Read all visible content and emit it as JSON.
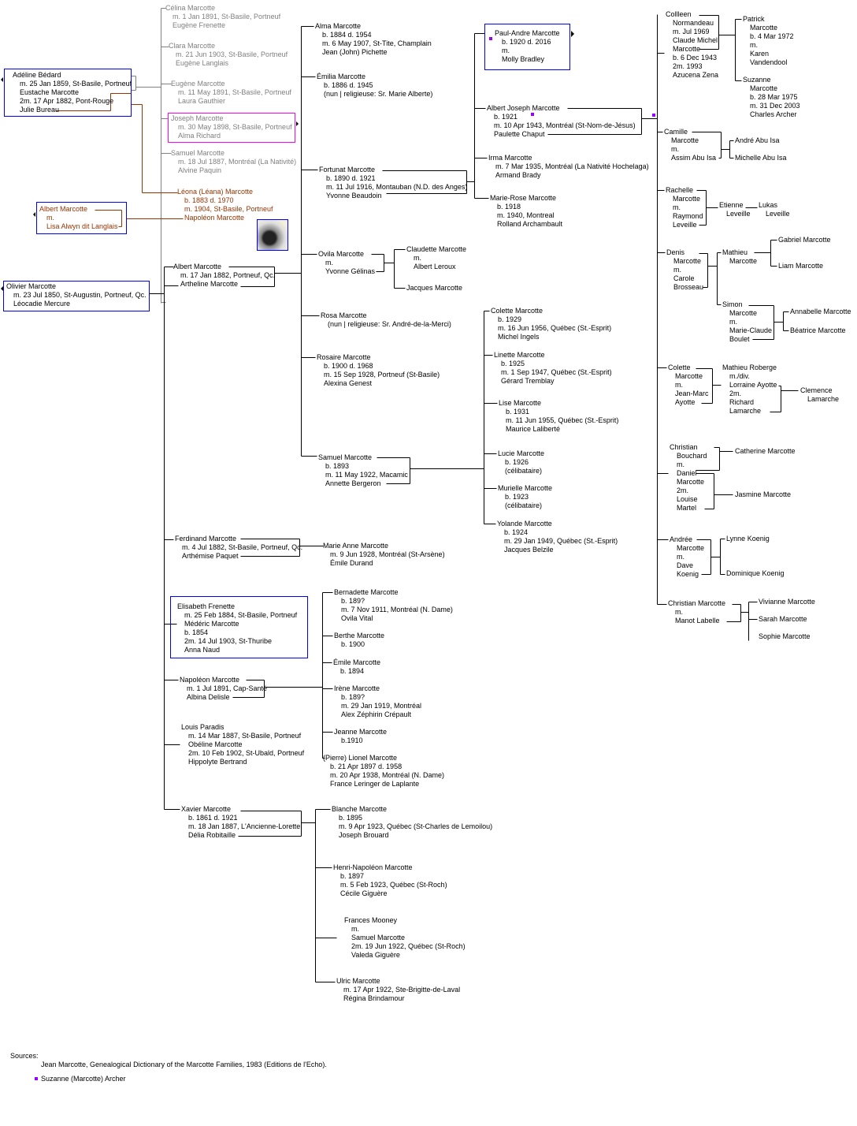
{
  "people": {
    "celina": [
      "Célina Marcotte",
      "m. 1 Jan 1891, St-Basile, Portneuf",
      "Eugène Frenette"
    ],
    "clara": [
      "Clara Marcotte",
      "m. 21 Jun 1903, St-Basile, Portneuf",
      "Eugène Langlais"
    ],
    "eugene": [
      "Eugène Marcotte",
      "m. 11 May 1891, St-Basile, Portneuf",
      "Laura Gauthier"
    ],
    "joseph": [
      "Joseph Marcotte",
      "m. 30 May 1898, St-Basile, Portneuf",
      "Alma Richard"
    ],
    "samuel1": [
      "Samuel Marcotte",
      "m. 18 Jul 1887, Montréal (La Nativité)",
      "Alvine Paquin"
    ],
    "leona": [
      "Léona (Léana) Marcotte",
      "b. 1883   d. 1970",
      "m. 1904, St-Basile, Portneuf",
      "Napoléon Marcotte"
    ],
    "adeline": [
      "Adéline Bédard",
      "m. 25 Jan 1859, St-Basile, Portneuf",
      "Eustache Marcotte",
      "2m. 17 Apr 1882, Pont-Rouge",
      "Julie Bureau"
    ],
    "albertL": [
      "Albert Marcotte",
      "m.",
      "Lisa Alwyn dit Langlais"
    ],
    "olivier": [
      "Olivier Marcotte",
      "m. 23 Jul 1850, St-Augustin, Portneuf, Qc.",
      "Léocadie Mercure"
    ],
    "albert": [
      "Albert Marcotte",
      "m. 17 Jan 1882, Portneuf, Qc.",
      "Artheline Marcotte"
    ],
    "ferdinand": [
      "Ferdinand Marcotte",
      "m. 4 Jul 1882, St-Basile, Portneuf, Qc.",
      "Arthémise Paquet"
    ],
    "mederic": [
      "Elisabeth Frenette",
      "m.  25 Feb 1884, St-Basile, Portneuf",
      "Médéric Marcotte",
      "b. 1854",
      "2m. 14 Jul 1903, St-Thuribe",
      "Anna Naud"
    ],
    "napoleon": [
      "Napoléon Marcotte",
      "m. 1 Jul 1891, Cap-Santé",
      "Albina Delisle"
    ],
    "obeline": [
      "Louis Paradis",
      "m. 14 Mar 1887, St-Basile, Portneuf",
      "Obéline Marcotte",
      "2m. 10 Feb 1902, St-Ubald, Portneuf",
      "Hippolyte Bertrand"
    ],
    "xavier": [
      "Xavier Marcotte",
      "b. 1861  d. 1921",
      "m. 18 Jan 1887, L'Ancienne-Lorette",
      "Délia Robitaille"
    ],
    "alma": [
      "Alma Marcotte",
      "b. 1884  d. 1954",
      "m. 6 May 1907, St-Tite, Champlain",
      "Jean (John) Pichette"
    ],
    "emilia": [
      "Émilia Marcotte",
      "b. 1886  d. 1945",
      "(nun | religieuse: Sr. Marie Alberte)"
    ],
    "fortunat": [
      "Fortunat Marcotte",
      "b. 1890   d. 1921",
      "m. 11 Jul 1916, Montauban  (N.D. des Anges)",
      "Yvonne Beaudoin"
    ],
    "ovila": [
      "Ovila Marcotte",
      "m.",
      "Yvonne Gélinas"
    ],
    "rosa": [
      "Rosa Marcotte",
      "(nun | religieuse: Sr. André-de-la-Merci)"
    ],
    "rosaire": [
      "Rosaire Marcotte",
      "b. 1900  d. 1968",
      "m. 15 Sep 1928, Portneuf (St-Basile)",
      "Alexina Genest"
    ],
    "samuel2": [
      "Samuel Marcotte",
      "b. 1893",
      "m. 11 May  1922, Macamic",
      "Annette Bergeron"
    ],
    "marieanne": [
      "Marie Anne Marcotte",
      "m. 9 Jun 1928, Montréal (St-Arsène)",
      "Émile Durand"
    ],
    "bernadette": [
      "Bernadette Marcotte",
      "b. 189?",
      "m. 7 Nov 1911, Montréal (N. Dame)",
      "Ovila  Vital"
    ],
    "berthe": [
      "Berthe Marcotte",
      "b. 1900"
    ],
    "emile": [
      "Émile Marcotte",
      "b. 1894"
    ],
    "irene": [
      "Irène Marcotte",
      "b. 189?",
      "m. 29 Jan 1919, Montréal",
      "Alex Zéphirin Crépault"
    ],
    "jeanne": [
      "Jeanne Marcotte",
      "b.1910"
    ],
    "lionel": [
      "(Pierre) Lionel Marcotte",
      "b. 21 Apr 1897    d. 1958",
      "m.  20 Apr 1938, Montréal (N. Dame)",
      "France Leringer de Laplante"
    ],
    "blanche": [
      "Blanche Marcotte",
      "b. 1895",
      "m. 9 Apr 1923, Québec (St-Charles de Lemoilou)",
      "Joseph Brouard"
    ],
    "henri": [
      "Henri-Napoléon Marcotte",
      "b. 1897",
      "m. 5 Feb 1923, Québec (St-Roch)",
      "Cécile Giguère"
    ],
    "samuel3": [
      "Frances Mooney",
      "m.",
      "Samuel Marcotte",
      "2m. 19 Jun 1922, Québec (St-Roch)",
      "Valeda Giguère"
    ],
    "ulric": [
      "Ulric Marcotte",
      "m. 17 Apr 1922, Ste-Brigitte-de-Laval",
      "Régina Brindamour"
    ],
    "paulandre": [
      "Paul-Andre Marcotte",
      "b. 1920   d. 2016",
      "m.",
      "Molly  Bradley"
    ],
    "albertjoseph": [
      "Albert Joseph Marcotte",
      "b. 1921",
      "m. 10 Apr 1943, Montréal  (St-Nom-de-Jésus)",
      "Paulette Chaput"
    ],
    "irma": [
      "Irma Marcotte",
      "m. 7 Mar 1935, Montréal  (La Nativité Hochelaga)",
      "Armand Brady"
    ],
    "marierose": [
      "Marie-Rose Marcotte",
      "b. 1918",
      "m. 1940, Montreal",
      "Rolland Archambault"
    ],
    "claudette": [
      "Claudette Marcotte",
      "m.",
      "Albert Leroux"
    ],
    "jacques": [
      "Jacques Marcotte"
    ],
    "colette": [
      "Colette Marcotte",
      "b. 1929",
      "m. 16 Jun 1956, Québec (St.-Esprit)",
      "Michel Ingels"
    ],
    "linette": [
      "Linette Marcotte",
      "b. 1925",
      "m. 1 Sep 1947,  Québec (St.-Esprit)",
      "Gérard Tremblay"
    ],
    "lise": [
      "Lise Marcotte",
      "b. 1931",
      "m. 11 Jun 1955, Québec (St.-Esprit)",
      "Maurice Laliberté"
    ],
    "lucie": [
      "Lucie Marcotte",
      "b. 1926",
      "(célibataire)"
    ],
    "murielle": [
      "Murielle Marcotte",
      "b. 1923",
      "(célibataire)"
    ],
    "yolande": [
      "Yolande Marcotte",
      "b. 1924",
      "m. 29 Jan 1949, Québec (St.-Esprit)",
      "Jacques Belzile"
    ],
    "claude": [
      "Collleen",
      "Normandeau",
      "m. Jul 1969",
      "Claude Michel",
      "Marcotte",
      "b. 6 Dec 1943",
      "2m. 1993",
      "Azucena Zena"
    ],
    "patrick": [
      "Patrick",
      "Marcotte",
      "b. 4 Mar 1972",
      "m.",
      "Karen",
      "Vandendool"
    ],
    "suzanne": [
      "Suzanne",
      "Marcotte",
      "b. 28 Mar 1975",
      "m.  31 Dec 2003",
      "Charles Archer"
    ],
    "camille": [
      "Camille",
      "Marcotte",
      "m.",
      "Assim Abu Isa"
    ],
    "andre": [
      "André Abu Isa"
    ],
    "michelle": [
      "Michelle  Abu Isa"
    ],
    "rachelle": [
      "Rachelle",
      "Marcotte",
      "m.",
      "Raymond",
      "Leveille"
    ],
    "etienne": [
      "Etienne",
      "Leveille"
    ],
    "lukas": [
      "Lukas",
      "Leveille"
    ],
    "denis": [
      "Denis",
      "Marcotte",
      "m.",
      "Carole",
      "Brosseau"
    ],
    "mathieu": [
      "Mathieu",
      "Marcotte"
    ],
    "gabriel": [
      "Gabriel Marcotte"
    ],
    "liam": [
      "Liam Marcotte"
    ],
    "simon": [
      "Simon",
      "Marcotte",
      "m.",
      "Marie-Claude",
      "Boulet"
    ],
    "annabelle": [
      "Annabelle Marcotte"
    ],
    "beatrice": [
      "Béatrice Marcotte"
    ],
    "colette2": [
      "Colette",
      "Marcotte",
      "m.",
      "Jean-Marc",
      "Ayotte"
    ],
    "lorraine": [
      "Mathieu Roberge",
      "m./div.",
      "Lorraine Ayotte",
      "2m.",
      "Richard",
      "Lamarche"
    ],
    "clemence": [
      "Clemence",
      "Lamarche"
    ],
    "daniel": [
      "Christian",
      "Bouchard",
      "m.",
      "Daniel",
      "Marcotte",
      "2m.",
      "Louise",
      "Martel"
    ],
    "catherine": [
      "Catherine Marcotte"
    ],
    "jasmine": [
      "Jasmine Marcotte"
    ],
    "andree": [
      "Andrée",
      "Marcotte",
      "m.",
      "Dave",
      "Koenig"
    ],
    "lynne": [
      "Lynne Koenig"
    ],
    "dominique": [
      "Dominique Koenig"
    ],
    "christian": [
      "Christian Marcotte",
      "m.",
      "Manot Labelle"
    ],
    "vivianne": [
      "Vivianne Marcotte"
    ],
    "sarah": [
      "Sarah Marcotte"
    ],
    "sophie": [
      "Sophie Marcotte"
    ]
  },
  "sources": {
    "label": "Sources:",
    "citation": "Jean Marcotte, Genealogical Dictionary of the Marcotte Families, 1983 (Editions de l'Echo).",
    "contributor": "Suzanne (Marcotte) Archer"
  },
  "colors": {
    "line": "#000000",
    "gray": "#808080",
    "brown": "#993300",
    "box": "#0000ff",
    "highlight": "#ff00ff",
    "marker": "#9900ff"
  }
}
